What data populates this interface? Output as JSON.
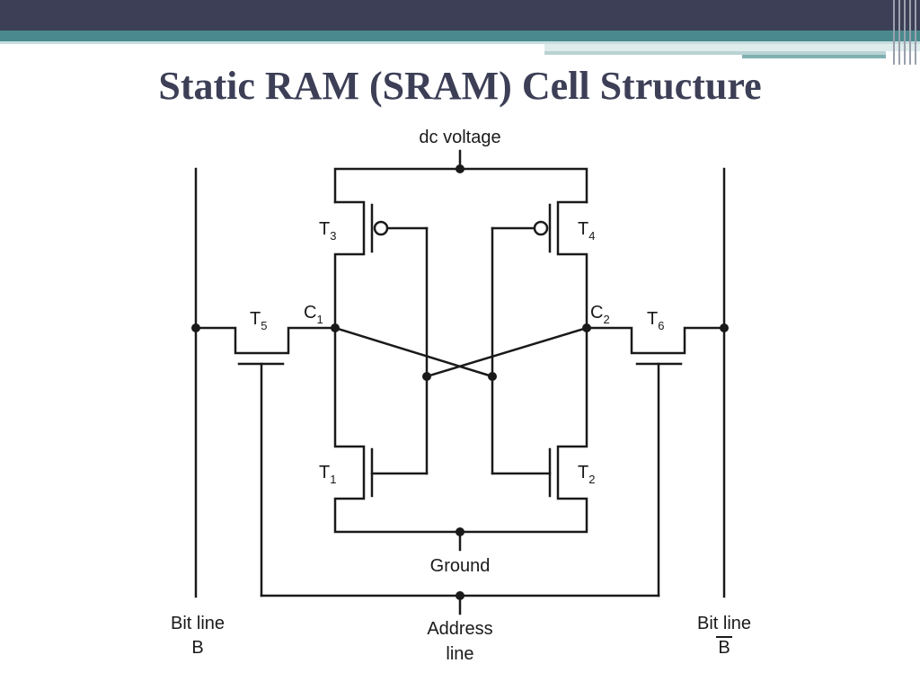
{
  "slide": {
    "title": "Static RAM (SRAM) Cell Structure"
  },
  "diagram": {
    "dc_voltage": "dc voltage",
    "ground": "Ground",
    "address_line_1": "Address",
    "address_line_2": "line",
    "bit_line_left_1": "Bit line",
    "bit_line_left_2": "B",
    "bit_line_right_1": "Bit line",
    "bit_line_right_2": "B",
    "transistors": {
      "t1": {
        "letter": "T",
        "sub": "1"
      },
      "t2": {
        "letter": "T",
        "sub": "2"
      },
      "t3": {
        "letter": "T",
        "sub": "3"
      },
      "t4": {
        "letter": "T",
        "sub": "4"
      },
      "t5": {
        "letter": "T",
        "sub": "5"
      },
      "t6": {
        "letter": "T",
        "sub": "6"
      }
    },
    "nodes": {
      "c1": {
        "letter": "C",
        "sub": "1"
      },
      "c2": {
        "letter": "C",
        "sub": "2"
      }
    }
  },
  "colors": {
    "title": "#3c3f56",
    "header_dark": "#3c3f56",
    "header_teal": "#4a8a8e",
    "wire": "#1a1a1a"
  }
}
